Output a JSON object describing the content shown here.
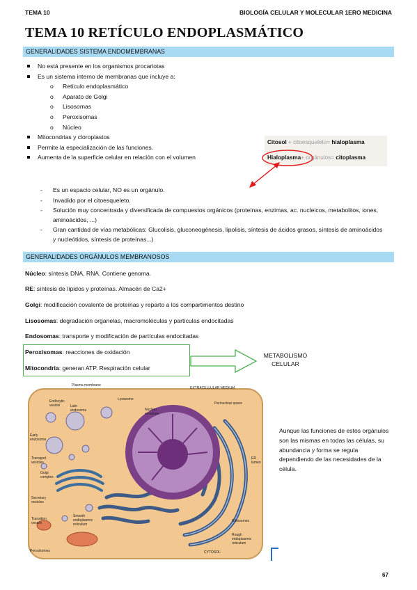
{
  "header": {
    "left": "TEMA 10",
    "right": "BIOLOGÍA CELULAR Y MOLECULAR 1ERO MEDICINA"
  },
  "title": "TEMA 10 RETÍCULO ENDOPLASMÁTICO",
  "section1": {
    "heading": "GENERALIDADES SISTEMA ENDOMEMBRANAS",
    "bullets": [
      "No está presente en los organismos procariotas",
      "Es un sistema interno de membranas que incluye a:",
      "Mitocondrias y cloroplastos",
      "Permite la especialización de las funciones.",
      "Aumenta de la superficie celular en relación con el volumen"
    ],
    "subitems": [
      "Retículo endoplasmático",
      "Aparato de Golgi",
      "Lisosomas",
      "Peroxisomas",
      "Núcleo"
    ],
    "inset": {
      "line1_bold": "Citosol",
      "line1_faint": " + citoesqueleto= ",
      "line1_end": "hialoplasma",
      "line2_bold": "Hialoplasma",
      "line2_faint": "+ orgánulos= ",
      "line2_end": "citoplasma"
    },
    "dashes": [
      "Es un espacio celular, NO es un orgánulo.",
      "Invadido por el citoesqueleto.",
      "Solución muy concentrada y diversificada de compuestos orgánicos (proteínas, enzimas, ac. nucleicos, metabolitos, iones, aminoácidos, ...)",
      "Gran cantidad de vías metabólicas: Glucolisis, gluconeogénesis, lipolisis, síntesis de ácidos grasos, síntesis de aminoácidos y nucleótidos, síntesis de proteínas...)"
    ]
  },
  "section2": {
    "heading": "GENERALIDADES ORGÁNULOS MEMBRANOSOS",
    "items": [
      {
        "term": "Núcleo",
        "desc": ": síntesis DNA, RNA. Contiene genoma."
      },
      {
        "term": "RE",
        "desc": ": síntesis de lípidos y proteínas. Almacén de Ca2+"
      },
      {
        "term": "Golgi",
        "desc": ": modificación covalente de proteínas y reparto a los compartimentos destino"
      },
      {
        "term": "Lisosomas",
        "desc": ": degradación organelas, macromoléculas y partículas endocitadas"
      },
      {
        "term": "Endosomas",
        "desc": ": transporte y modificación de partículas endocitadas"
      },
      {
        "term": "Peroxisomas",
        "desc": ": reacciones de oxidación"
      },
      {
        "term": "Mitocondria",
        "desc": ": generan ATP. Respiración celular"
      }
    ],
    "metabolism_line1": "METABOLISMO",
    "metabolism_line2": "CELULAR",
    "side_note": "Aunque las funciones de estos orgánulos son las mismas en todas las células, su abundancia y forma se regula dependiendo de las necesidades de la célula."
  },
  "figure_labels": {
    "plasma_membrane": "Plasma membrane",
    "extracellular": "EXTRACELLULAR MEDIUM",
    "endocytic": "Endocytic",
    "vesicle": "vesicle",
    "late": "Late",
    "endosome": "endosome",
    "lysosome": "Lysosome",
    "nuclear": "Nuclear",
    "envelope": "envelope",
    "perinuclear": "Perinuclear space",
    "early": "Early",
    "transport": "Transport",
    "vesicles": "vesicles",
    "er": "ER",
    "lumen": "lumen",
    "golgi": "Golgi",
    "complex": "complex",
    "secretory": "Secretory",
    "transition": "Transition",
    "smooth": "Smooth",
    "endoplasmic": "endoplasmic",
    "reticulum": "reticulum",
    "ribosomes": "Ribosomes",
    "rough": "Rough",
    "peroxisomes": "Peroxisomes",
    "cytosol": "CYTOSOL"
  },
  "page_number": "67",
  "colors": {
    "band": "#a9daf4",
    "box_border": "#4caf50",
    "arrow": "#e11b1b",
    "cytoplasm": "#f3c890",
    "nucleus": "#7a3f86",
    "er": "#3d5b86"
  }
}
